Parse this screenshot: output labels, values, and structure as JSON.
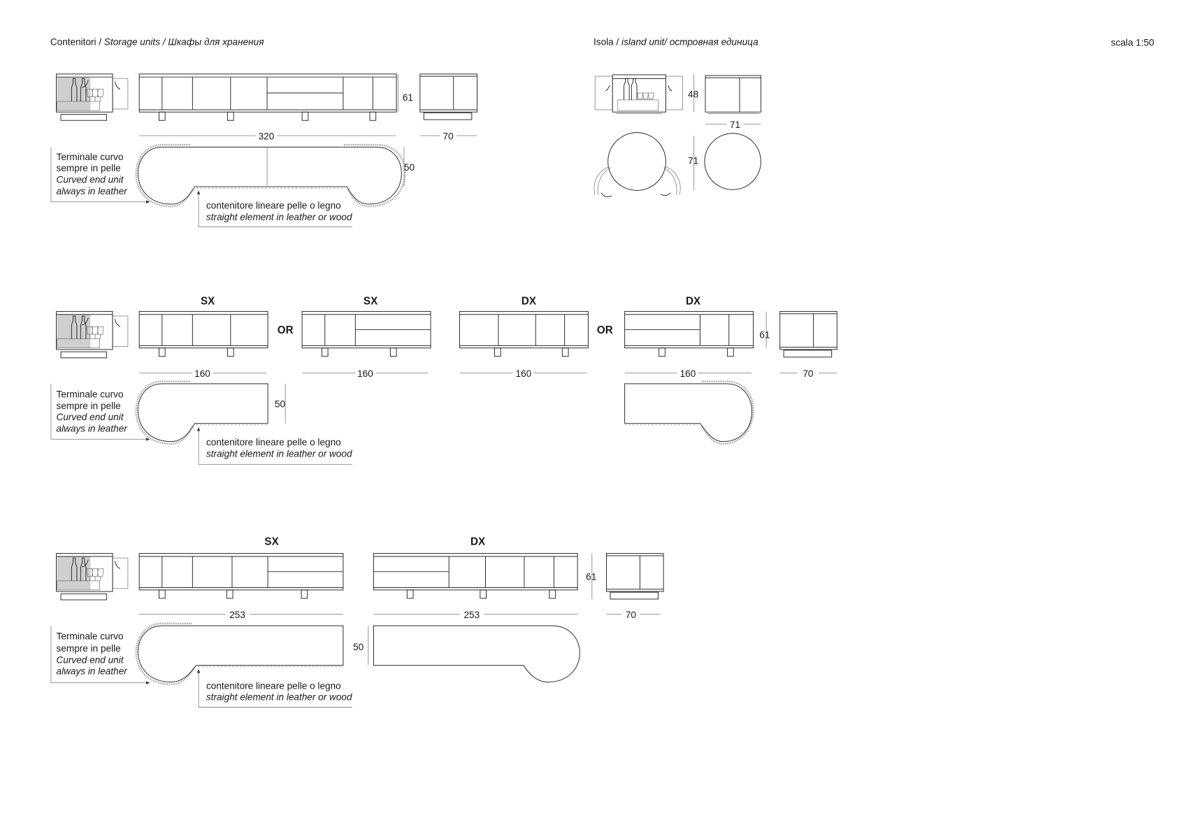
{
  "header": {
    "storage_title": "Contenitori / ",
    "storage_title_en": "Storage units / ",
    "storage_title_ru": "Шкафы для хранения",
    "island_title": "Isola / ",
    "island_title_en": "island unit/ ",
    "island_title_ru": " островная единица",
    "scale": "scala 1:50"
  },
  "notes": {
    "curved_it_1": "Terminale curvo",
    "curved_it_2": "sempre in pelle",
    "curved_en_1": "Curved end unit",
    "curved_en_2": "always in leather",
    "straight_it": "contenitore lineare pelle o legno",
    "straight_en": "straight element in leather or wood"
  },
  "labels": {
    "sx": "SX",
    "dx": "DX",
    "or": "OR"
  },
  "dimensions": {
    "row1_length": "320",
    "height": "61",
    "depth": "70",
    "plan_depth": "50",
    "island_height": "48",
    "island_width": "71",
    "island_depth": "71",
    "row2_length": "160",
    "row3_length": "253"
  }
}
